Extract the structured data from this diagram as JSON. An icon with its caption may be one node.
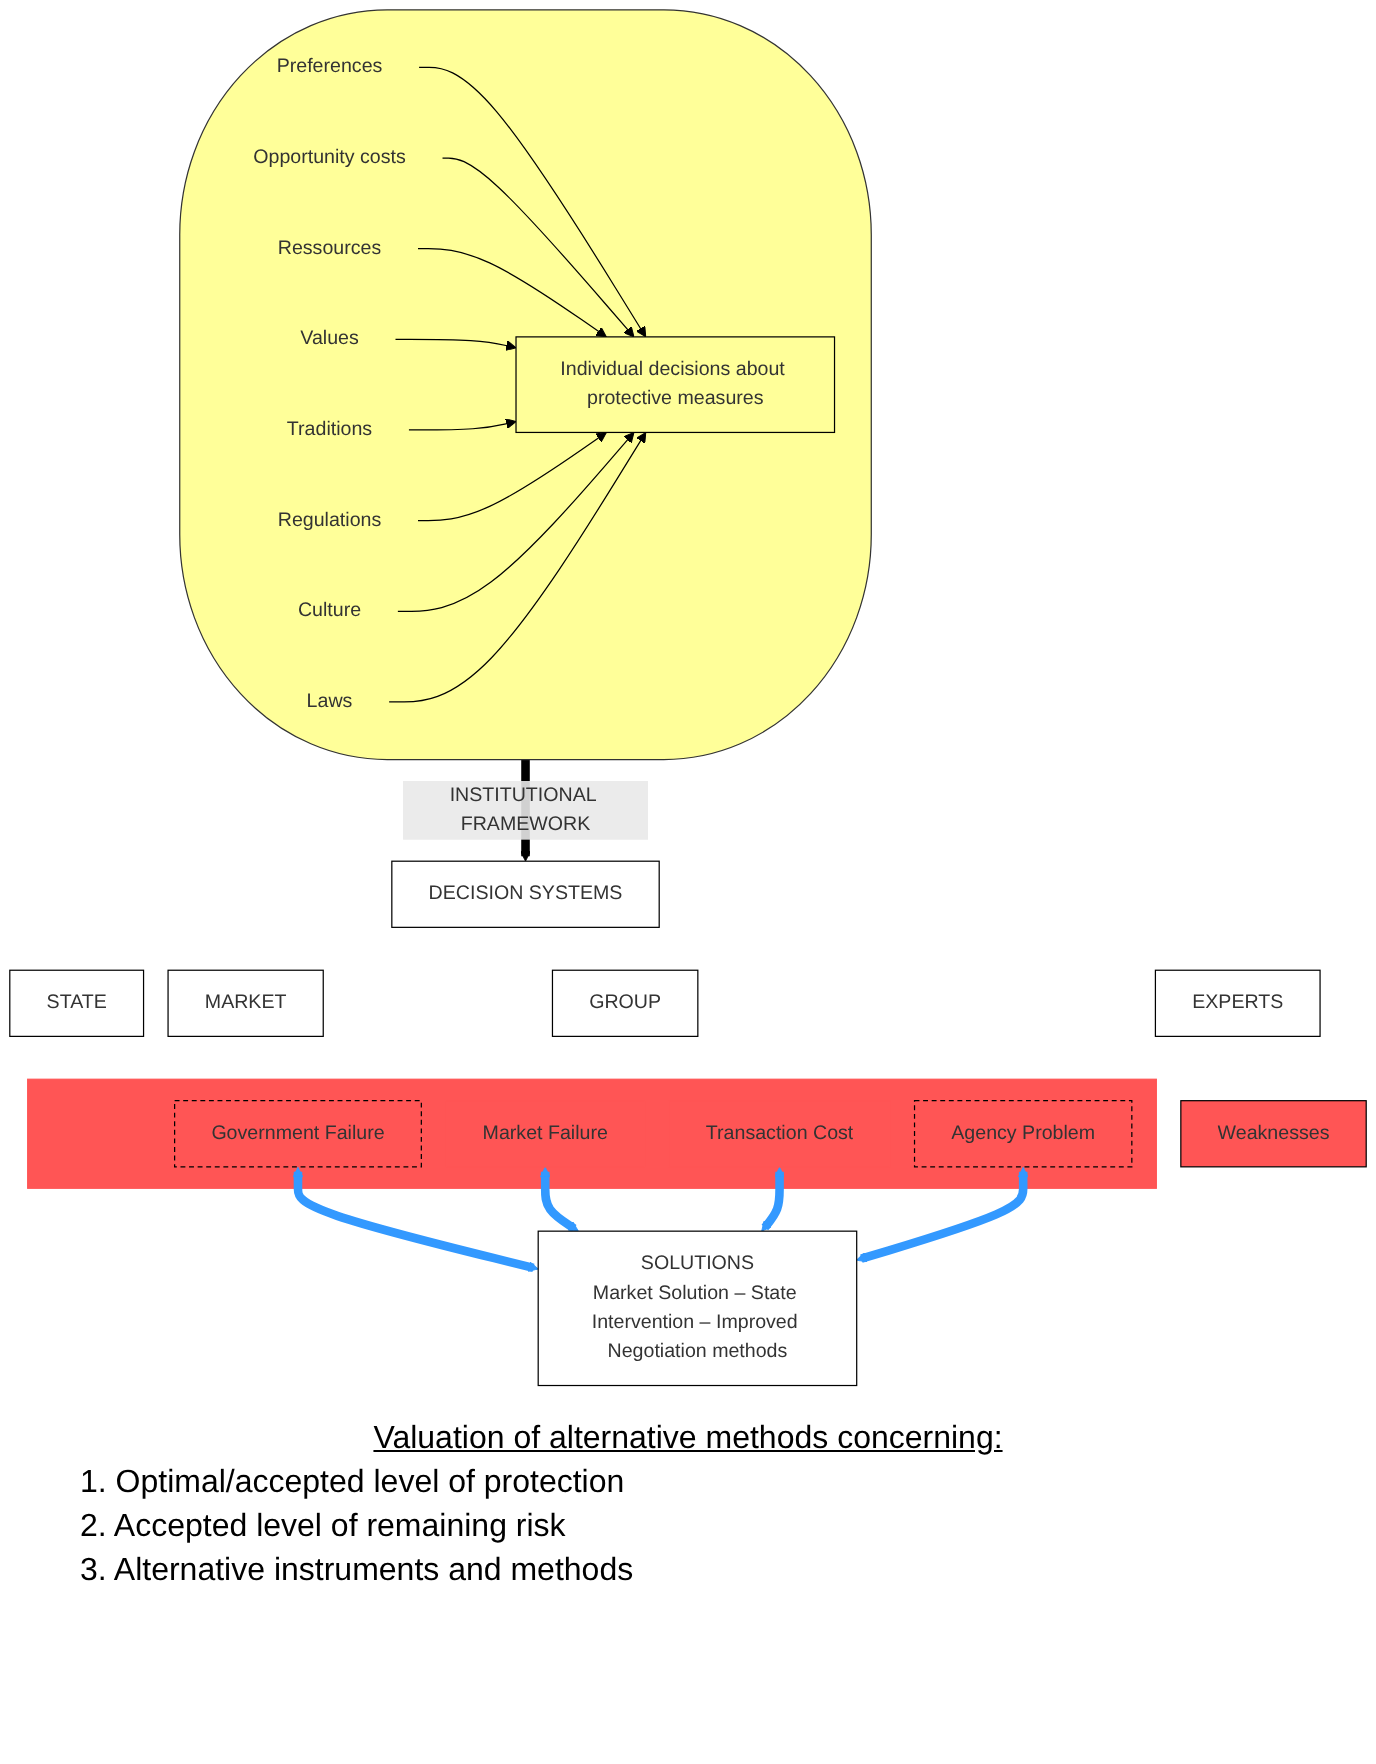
{
  "diagram": {
    "nodes": [
      {
        "text": [],
        "shape": "ellipse"
      },
      {
        "text": [
          "Preferences"
        ],
        "in": 0
      },
      {
        "text": [
          "Opportunity costs"
        ],
        "in": 0
      },
      {
        "text": [
          "Ressources"
        ],
        "in": 0
      },
      {
        "text": [
          "Values"
        ],
        "in": 0
      },
      {
        "text": [
          "Traditions"
        ],
        "in": 0
      },
      {
        "text": [
          "Individual decisions about protective measures"
        ],
        "in": 0
      },
      {
        "text": [
          "Regulations"
        ],
        "in": 0
      },
      {
        "text": [
          "Culture"
        ],
        "in": 0
      },
      {
        "text": [
          "Laws"
        ],
        "in": 0
      },
      {
        "text": [
          "DECISION SYSTEMS"
        ]
      },
      {
        "text": [
          "STATE"
        ]
      },
      {
        "text": [
          "MARKET"
        ]
      },
      {
        "text": [
          "GROUP"
        ]
      },
      {
        "text": [
          "EXPERTS"
        ]
      },
      {
        "text": [
          "Weaknesses"
        ]
      },
      {
        "text": [],
        "shape": "bar"
      },
      {
        "text": [
          "Government Failure"
        ],
        "in": 16
      },
      {
        "text": [
          "Market Failure"
        ],
        "in": 16
      },
      {
        "text": [
          "Transaction Cost"
        ],
        "in": 16
      },
      {
        "text": [
          "Agency Problem"
        ],
        "in": 16
      },
      {
        "text": [
          "SOLUTIONS",
          "Market Solution – State Intervention – Improved Negotiation methods"
        ]
      }
    ],
    "edges": [
      {
        "from": 1,
        "to": 6,
        "arrow": "to"
      },
      {
        "from": 2,
        "to": 6,
        "arrow": "to"
      },
      {
        "from": 3,
        "to": 6,
        "arrow": "to"
      },
      {
        "from": 4,
        "to": 6,
        "arrow": "to"
      },
      {
        "from": 5,
        "to": 6,
        "arrow": "to"
      },
      {
        "from": 7,
        "to": 6,
        "arrow": "to"
      },
      {
        "from": 8,
        "to": 6,
        "arrow": "to"
      },
      {
        "from": 9,
        "to": 6,
        "arrow": "to"
      },
      {
        "from": 0,
        "to": 10,
        "arrow": "to",
        "label": "INSTITUTIONAL FRAMEWORK",
        "style": "thick"
      },
      {
        "from": 17,
        "to": 21,
        "arrow": "both",
        "style": "thick",
        "color": "#3399ff"
      },
      {
        "from": 18,
        "to": 21,
        "arrow": "both",
        "style": "thick",
        "color": "#3399ff"
      },
      {
        "from": 19,
        "to": 21,
        "arrow": "both",
        "style": "thick",
        "color": "#3399ff"
      },
      {
        "from": 20,
        "to": 21,
        "arrow": "both",
        "style": "thick",
        "color": "#3399ff"
      }
    ],
    "labels": [
      "Valuation of alternative methods concerning:",
      "1. Optimal/accepted level of protection",
      "2. Accepted level of remaining risk",
      "3. Alternative instruments and methods"
    ]
  }
}
